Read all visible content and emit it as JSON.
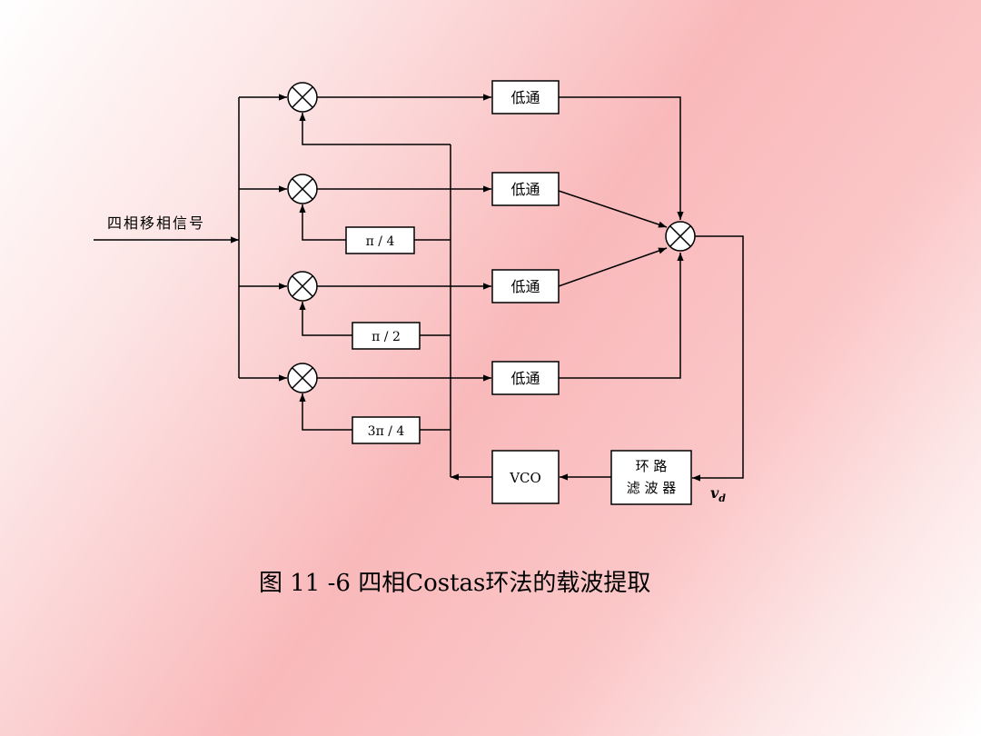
{
  "diagram": {
    "input_label": "四相移相信号",
    "lowpass_label": "低通",
    "shift_1": "π / 4",
    "shift_2": "π / 2",
    "shift_3": "3π / 4",
    "vco_label": "VCO",
    "loop_filter_line1": "环 路",
    "loop_filter_line2": "滤 波 器",
    "vd_main": "v",
    "vd_sub": "d"
  },
  "caption": "图 11 -6 四相Costas环法的载波提取",
  "colors": {
    "bg_light": "#ffffff",
    "bg_pink": "#f9b9bb",
    "line": "#000000"
  }
}
